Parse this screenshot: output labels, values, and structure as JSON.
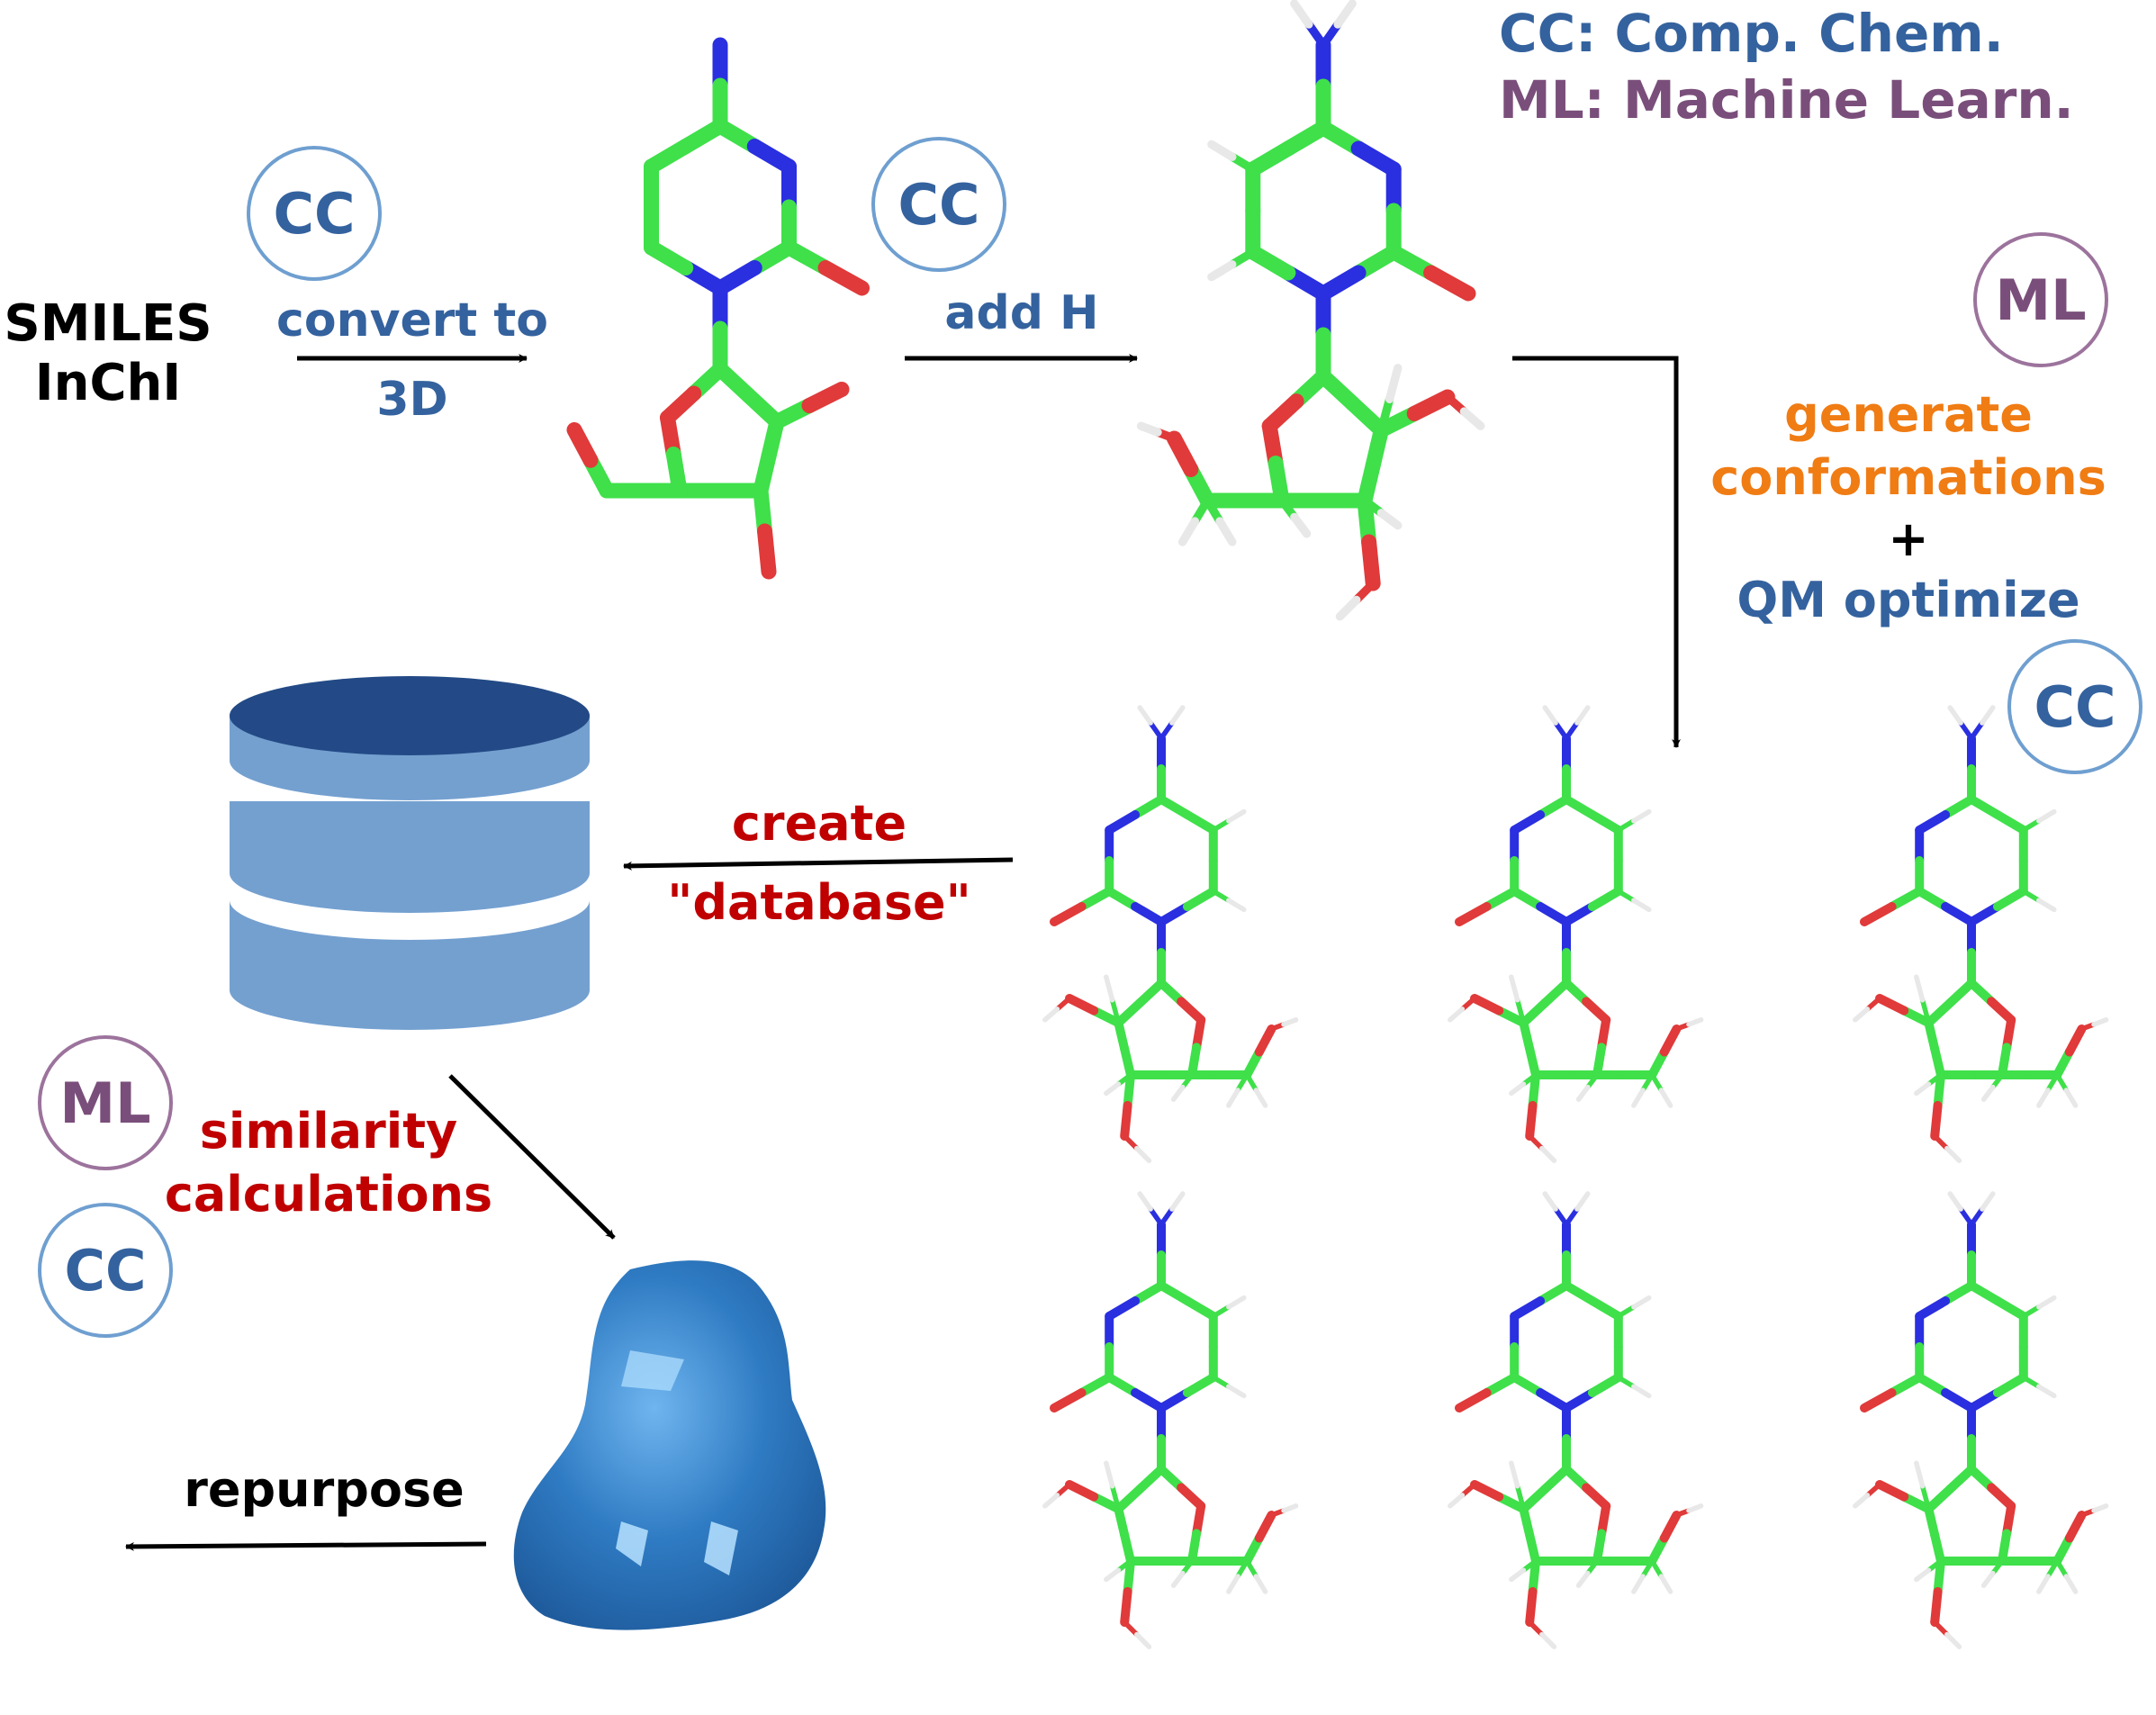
{
  "legend": {
    "cc_line": "CC: Comp. Chem.",
    "ml_line": "ML: Machine Learn."
  },
  "labels": {
    "smiles": "SMILES",
    "inchi": "InChI",
    "convert_line1": "convert to",
    "convert_line2": "3D",
    "add_h": "add H",
    "gen_line1": "generate",
    "gen_line2": "conformations",
    "plus": "+",
    "qm_optimize": "QM optimize",
    "create_line1": "create",
    "create_line2": "\"database\"",
    "sim_line1": "similarity",
    "sim_line2": "calculations",
    "repurpose": "repurpose"
  },
  "badges": {
    "cc": "CC",
    "ml": "ML"
  },
  "colors": {
    "cc_text": "#34629e",
    "ml_text": "#7a4e7a",
    "orange": "#f07c14",
    "red": "#c00000",
    "black": "#000000",
    "carbon": "#3fe04a",
    "nitrogen": "#2a2fe0",
    "oxygen": "#e03a3a",
    "hydrogen": "#e8e8e8",
    "db_top": "#234a86",
    "db_side": "#74a0d0",
    "blob": "#2f6eb5"
  }
}
